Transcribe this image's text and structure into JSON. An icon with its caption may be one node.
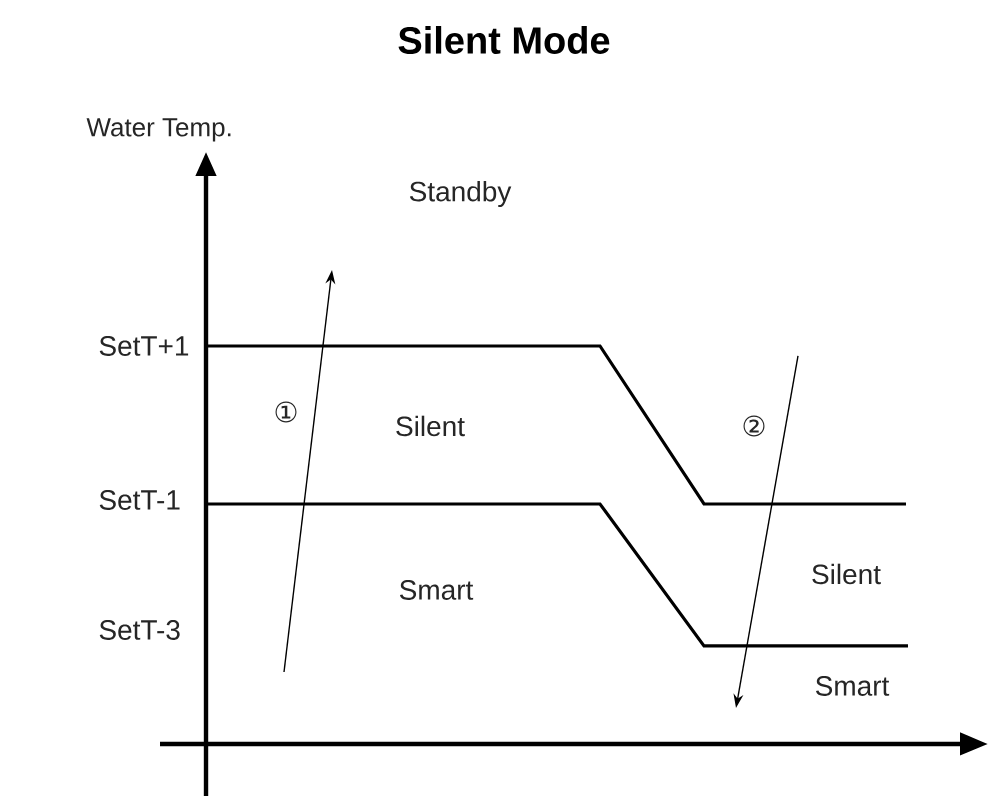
{
  "diagram": {
    "title": "Silent Mode",
    "labels": [
      "Water Temp.",
      "Standby",
      "SetT+1",
      "①",
      "Silent",
      "②",
      "SetT-1",
      "Silent",
      "Smart",
      "SetT-3",
      "Smart"
    ]
  }
}
